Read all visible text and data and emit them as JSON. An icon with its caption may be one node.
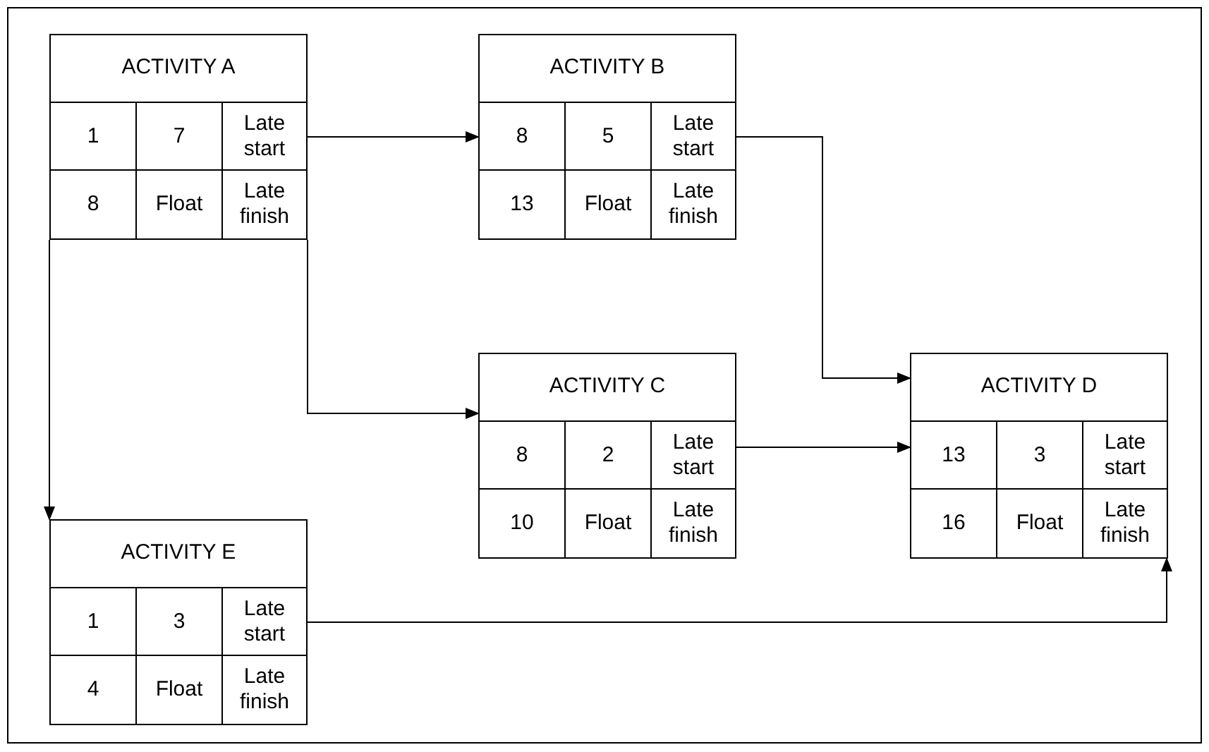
{
  "diagram": {
    "nodes": [
      {
        "text": [
          "ACTIVITY A",
          "1",
          "7",
          "Late start",
          "8",
          "Float",
          "Late finish"
        ]
      },
      {
        "text": [
          "ACTIVITY B",
          "8",
          "5",
          "Late start",
          "13",
          "Float",
          "Late finish"
        ]
      },
      {
        "text": [
          "ACTIVITY C",
          "8",
          "2",
          "Late start",
          "10",
          "Float",
          "Late finish"
        ]
      },
      {
        "text": [
          "ACTIVITY D",
          "13",
          "3",
          "Late start",
          "16",
          "Float",
          "Late finish"
        ]
      },
      {
        "text": [
          "ACTIVITY E",
          "1",
          "3",
          "Late start",
          "4",
          "Float",
          "Late finish"
        ]
      }
    ],
    "edges": [
      {
        "from": 0,
        "to": 1,
        "arrow": "to"
      },
      {
        "from": 0,
        "to": 2,
        "arrow": "to"
      },
      {
        "from": 0,
        "to": 4,
        "arrow": "to"
      },
      {
        "from": 1,
        "to": 3,
        "arrow": "to"
      },
      {
        "from": 2,
        "to": 3,
        "arrow": "to"
      },
      {
        "from": 4,
        "to": 3,
        "arrow": "to"
      }
    ]
  }
}
